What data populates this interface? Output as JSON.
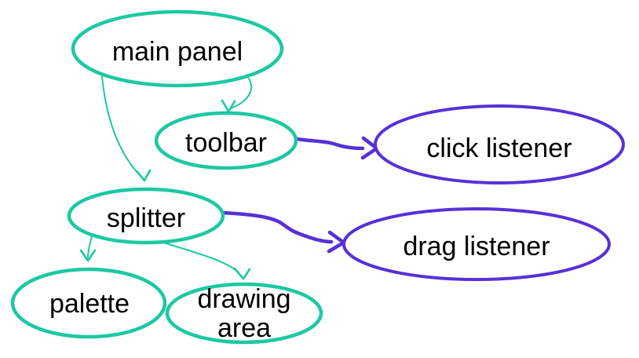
{
  "diagram": {
    "colors": {
      "teal": "#1dc8a2",
      "purple": "#5631d6",
      "text": "#000000",
      "background": "#ffffff"
    },
    "nodes": [
      {
        "id": "main-panel",
        "label": "main panel",
        "color": "teal"
      },
      {
        "id": "toolbar",
        "label": "toolbar",
        "color": "teal"
      },
      {
        "id": "click-listener",
        "label": "click listener",
        "color": "purple"
      },
      {
        "id": "splitter",
        "label": "splitter",
        "color": "teal"
      },
      {
        "id": "drag-listener",
        "label": "drag listener",
        "color": "purple"
      },
      {
        "id": "palette",
        "label": "palette",
        "color": "teal"
      },
      {
        "id": "drawing-area",
        "label": "drawing area",
        "label_line1": "drawing",
        "label_line2": "area",
        "color": "teal"
      }
    ],
    "edges": [
      {
        "from": "main panel",
        "to": "toolbar",
        "style": "thin-teal"
      },
      {
        "from": "main panel",
        "to": "splitter",
        "style": "thin-teal"
      },
      {
        "from": "toolbar",
        "to": "click listener",
        "style": "thick-purple"
      },
      {
        "from": "splitter",
        "to": "drag listener",
        "style": "thick-purple"
      },
      {
        "from": "splitter",
        "to": "palette",
        "style": "thin-teal"
      },
      {
        "from": "splitter",
        "to": "drawing area",
        "style": "thin-teal"
      }
    ]
  }
}
